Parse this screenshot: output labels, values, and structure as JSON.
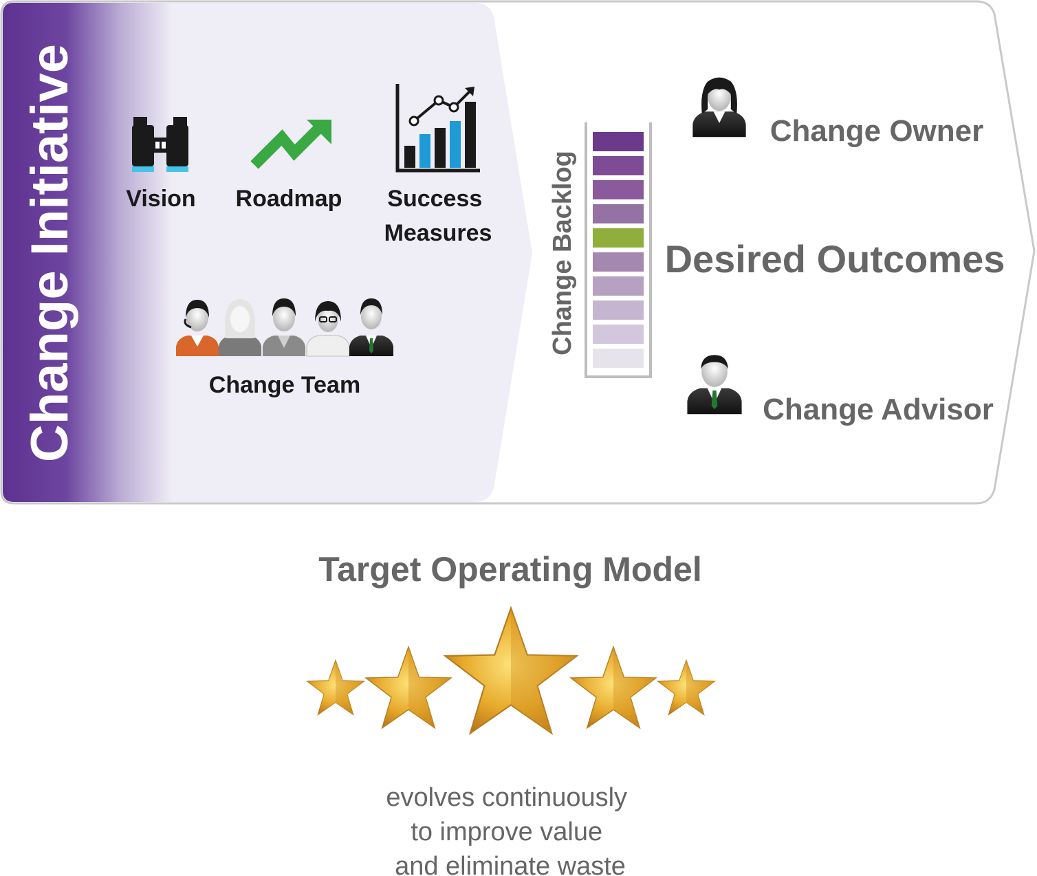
{
  "initiative": {
    "title": "Change Initiative",
    "artifacts": [
      {
        "label": "Vision",
        "icon": "binoculars-icon"
      },
      {
        "label": "Roadmap",
        "icon": "trend-arrow-icon"
      },
      {
        "label": [
          "Success",
          "Measures"
        ],
        "icon": "chart-icon"
      }
    ],
    "team_label": "Change Team"
  },
  "backlog": {
    "label": "Change Backlog",
    "item_colors": [
      "#6b3a8a",
      "#7d4c95",
      "#8a5a9c",
      "#9472a4",
      "#8fae3c",
      "#a488b0",
      "#b7a1c2",
      "#c6b5d0",
      "#d3c7dd",
      "#e6e3ea"
    ]
  },
  "roles": {
    "owner": "Change Owner",
    "advisor": "Change Advisor"
  },
  "outcomes": "Desired Outcomes",
  "model": {
    "title": "Target Operating Model",
    "stars": 5,
    "caption": [
      "evolves continuously",
      "to improve value",
      "and eliminate waste"
    ]
  },
  "colors": {
    "purple": "#5b2d8c",
    "green": "#3aa843",
    "blue": "#1e9ad6",
    "gold": "#e3a92a"
  }
}
